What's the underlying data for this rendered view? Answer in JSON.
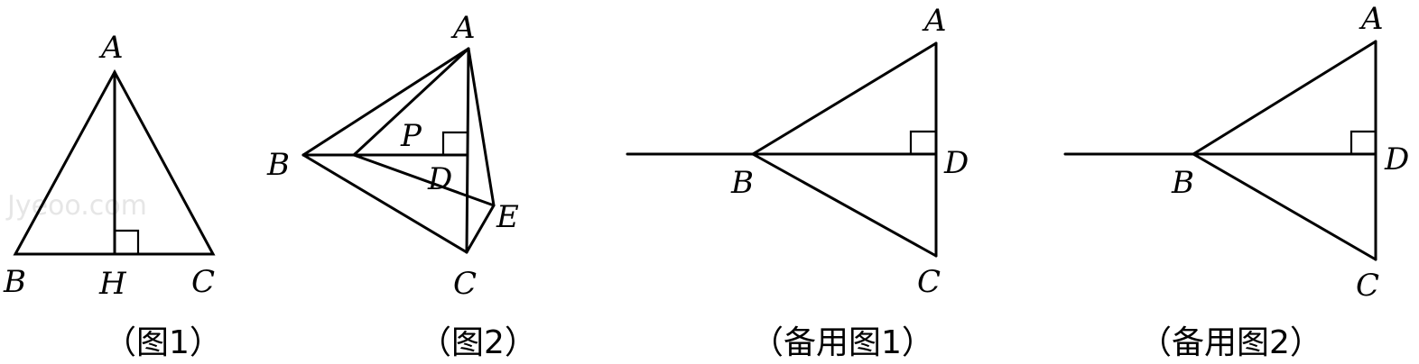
{
  "figures": [
    {
      "caption": "（图1）",
      "points": {
        "A": "A",
        "B": "B",
        "C": "C",
        "H": "H"
      }
    },
    {
      "caption": "（图2）",
      "points": {
        "A": "A",
        "B": "B",
        "C": "C",
        "D": "D",
        "E": "E",
        "P": "P"
      }
    },
    {
      "caption": "（备用图1）",
      "points": {
        "A": "A",
        "B": "B",
        "C": "C",
        "D": "D"
      }
    },
    {
      "caption": "（备用图2）",
      "points": {
        "A": "A",
        "B": "B",
        "C": "C",
        "D": "D"
      }
    }
  ],
  "watermark": "Jyeoo.com"
}
